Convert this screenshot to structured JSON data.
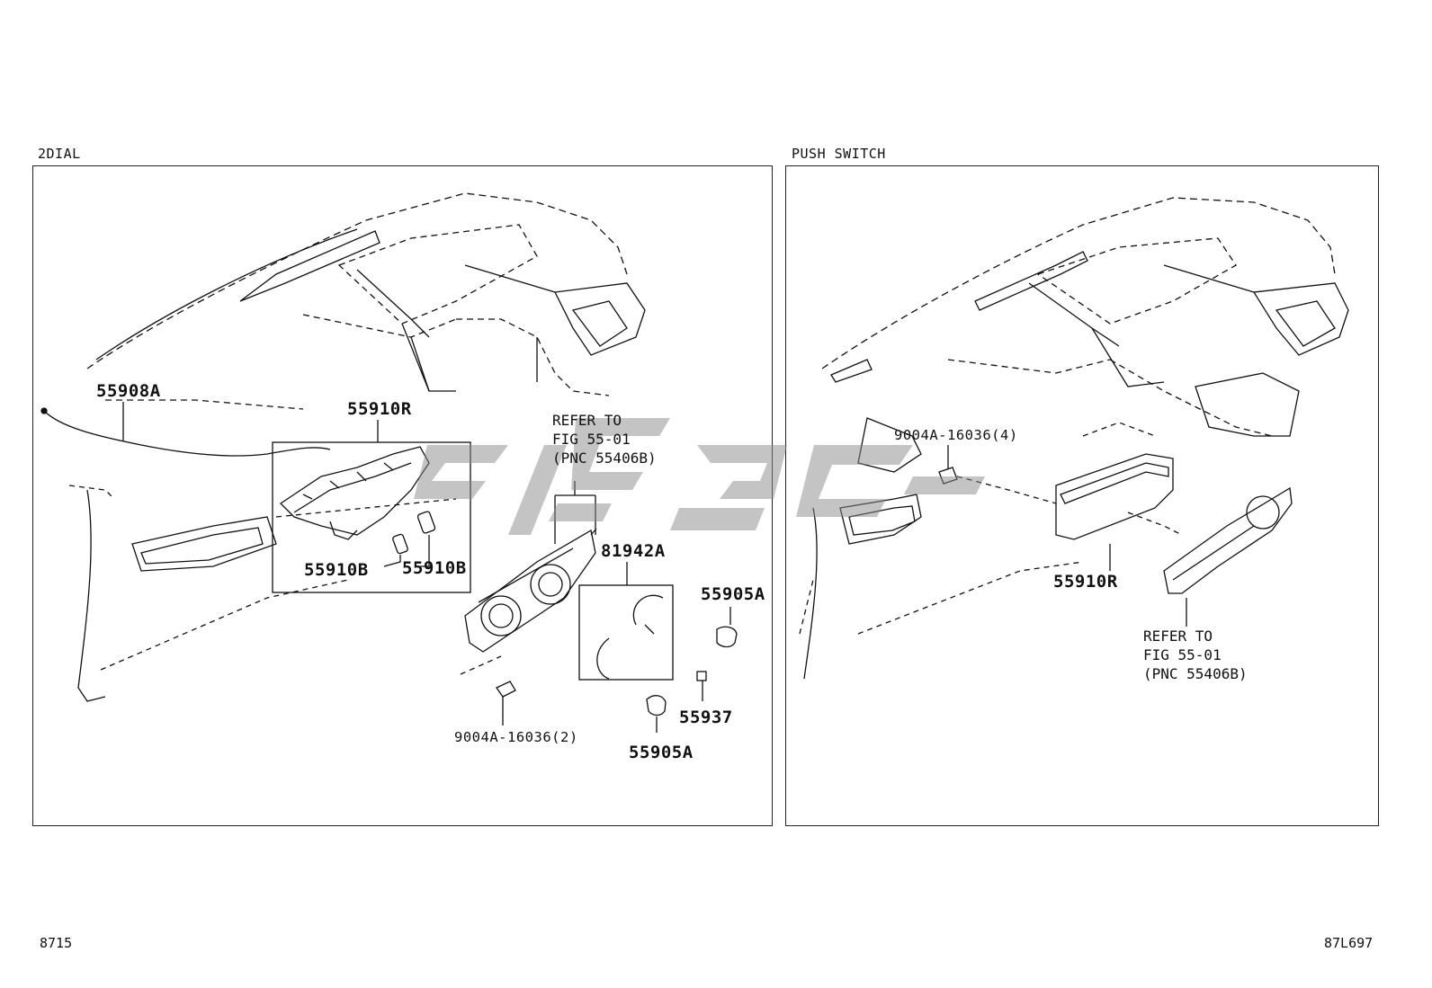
{
  "panels": [
    {
      "title": "2DIAL",
      "labels": {
        "p55908A": "55908A",
        "p55910R": "55910R",
        "p55910B_1": "55910B",
        "p55910B_2": "55910B",
        "p81942A": "81942A",
        "p55905A_1": "55905A",
        "p55905A_2": "55905A",
        "p55937": "55937",
        "screw": "9004A-16036(2)",
        "refer": "REFER TO\nFIG 55-01\n(PNC 55406B)"
      }
    },
    {
      "title": "PUSH SWITCH",
      "labels": {
        "screw": "9004A-16036(4)",
        "p55910R": "55910R",
        "refer": "REFER TO\nFIG 55-01\n(PNC 55406B)"
      }
    }
  ],
  "footer": {
    "left_code": "8715",
    "right_code": "87L697"
  }
}
